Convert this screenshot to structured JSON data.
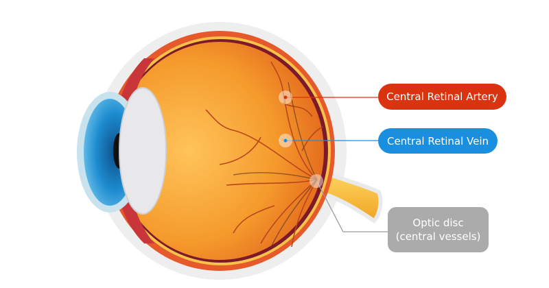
{
  "labels": {
    "artery": "Central Retinal Artery",
    "vein": "Central Retinal Vein",
    "optic_disc_line1": "Optic disc",
    "optic_disc_line2": "(central vessels)"
  },
  "colors": {
    "artery": "#d9330f",
    "vein": "#1a8fe0",
    "optic_disc": "#ababab"
  }
}
